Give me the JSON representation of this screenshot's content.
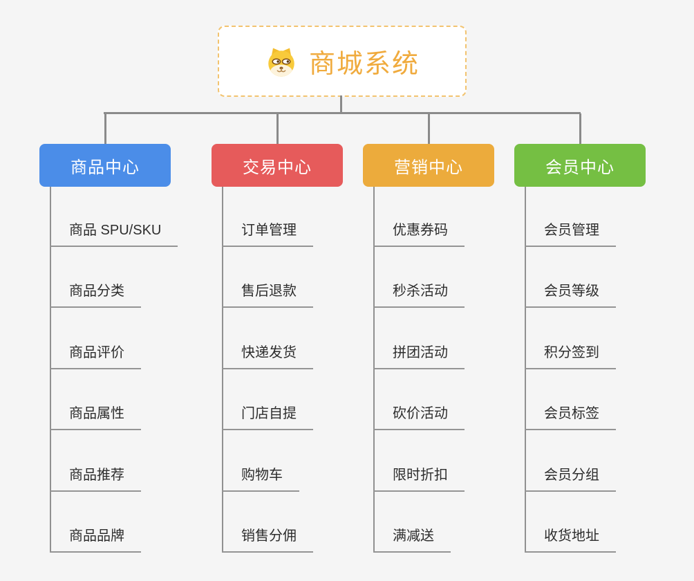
{
  "page": {
    "background": "#f5f5f5"
  },
  "root": {
    "title": "商城系统",
    "icon": "doge-face-icon",
    "title_color": "#f0ab3e",
    "border_color": "#f2c36f"
  },
  "connector_color": "#8a8a8a",
  "branches": [
    {
      "label": "商品中心",
      "color": "#4b8de8",
      "children": [
        "商品 SPU/SKU",
        "商品分类",
        "商品评价",
        "商品属性",
        "商品推荐",
        "商品品牌"
      ]
    },
    {
      "label": "交易中心",
      "color": "#e65b5b",
      "children": [
        "订单管理",
        "售后退款",
        "快递发货",
        "门店自提",
        "购物车",
        "销售分佣"
      ]
    },
    {
      "label": "营销中心",
      "color": "#ecab3c",
      "children": [
        "优惠券码",
        "秒杀活动",
        "拼团活动",
        "砍价活动",
        "限时折扣",
        "满减送"
      ]
    },
    {
      "label": "会员中心",
      "color": "#75bf43",
      "children": [
        "会员管理",
        "会员等级",
        "积分签到",
        "会员标签",
        "会员分组",
        "收货地址"
      ]
    }
  ]
}
